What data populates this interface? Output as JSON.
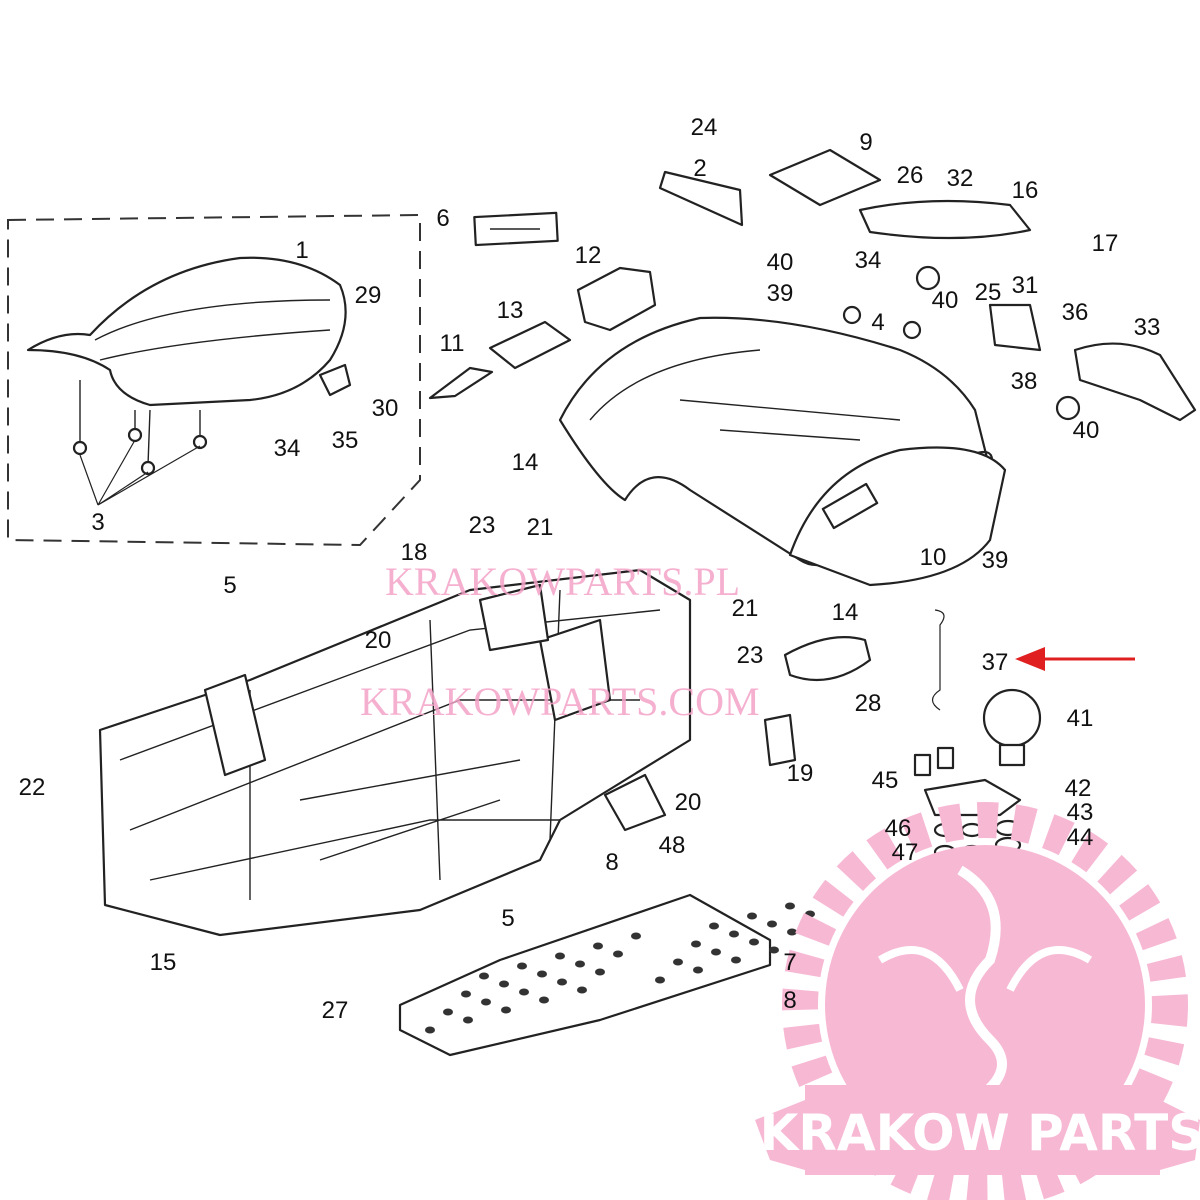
{
  "diagram": {
    "part_labels": [
      "24",
      "2",
      "9",
      "26",
      "32",
      "16",
      "6",
      "1",
      "12",
      "40",
      "17",
      "29",
      "39",
      "34",
      "40",
      "25",
      "31",
      "36",
      "33",
      "13",
      "4",
      "11",
      "30",
      "35",
      "34",
      "38",
      "40",
      "14",
      "3",
      "10",
      "39",
      "23",
      "21",
      "18",
      "5",
      "21",
      "14",
      "20",
      "23",
      "37",
      "28",
      "41",
      "19",
      "22",
      "45",
      "42",
      "20",
      "43",
      "46",
      "44",
      "48",
      "47",
      "8",
      "5",
      "15",
      "7",
      "8",
      "27"
    ],
    "highlighted_part": "37",
    "arrow_color": "#e02020"
  },
  "watermarks": {
    "line1": "KRAKOWPARTS.PL",
    "line2": "KRAKOWPARTS.COM",
    "logo_text": "KRAKOW PARTS",
    "logo_color": "#f7b8d4"
  }
}
